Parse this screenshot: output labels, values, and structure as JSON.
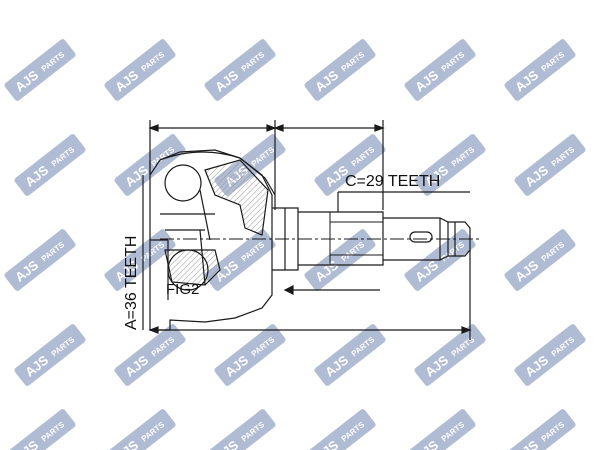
{
  "labels": {
    "c_teeth": "C=29 TEETH",
    "a_teeth": "A=36 TEETH",
    "fig": "FIG2"
  },
  "watermark": {
    "brand": "AJS",
    "sub": "PARTS",
    "bg_color": "#1f3f86",
    "text_color": "#ffffff"
  },
  "colors": {
    "line": "#1a1a1a",
    "hatch": "#9a9a9a"
  }
}
